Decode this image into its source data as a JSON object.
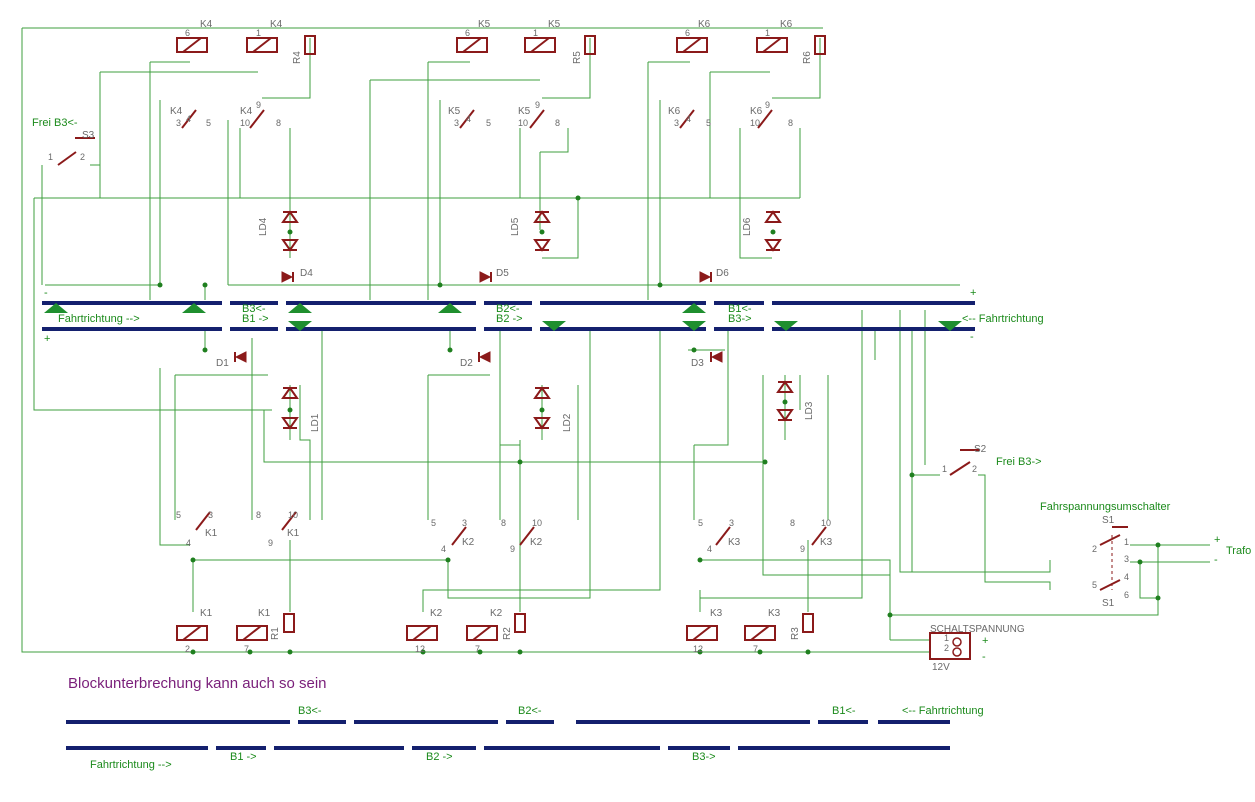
{
  "relay_labels": {
    "k4a": "K4",
    "k4b": "K4",
    "k5a": "K5",
    "k5b": "K5",
    "k6a": "K6",
    "k6b": "K6",
    "k1a": "K1",
    "k1b": "K1",
    "k2a": "K2",
    "k2b": "K2",
    "k3a": "K3",
    "k3b": "K3"
  },
  "contact_labels": {
    "k4c": "K4",
    "k4d": "K4",
    "k5c": "K5",
    "k5d": "K5",
    "k6c": "K6",
    "k6d": "K6",
    "k1c": "K1",
    "k1d": "K1",
    "k2c": "K2",
    "k2d": "K2",
    "k3c": "K3",
    "k3d": "K3"
  },
  "resistors": {
    "r4": "R4",
    "r5": "R5",
    "r6": "R6",
    "r1": "R1",
    "r2": "R2",
    "r3": "R3"
  },
  "leds": {
    "ld4": "LD4",
    "ld5": "LD5",
    "ld6": "LD6",
    "ld1": "LD1",
    "ld2": "LD2",
    "ld3": "LD3"
  },
  "diodes": {
    "d4": "D4",
    "d5": "D5",
    "d6": "D6",
    "d1": "D1",
    "d2": "D2",
    "d3": "D3"
  },
  "switches": {
    "s3": "S3",
    "s2": "S2",
    "s1a": "S1",
    "s1b": "S1"
  },
  "pins": {
    "p1": "1",
    "p2": "2",
    "p3": "3",
    "p4": "4",
    "p5": "5",
    "p6": "6",
    "p7": "7",
    "p8": "8",
    "p9": "9",
    "p10": "10",
    "p12": "12"
  },
  "texts": {
    "frei_b3": "Frei B3<-",
    "frei_b3_right": "Frei B3->",
    "fahrtrichtung_right": "Fahrtrichtung -->",
    "fahrtrichtung_left": "<-- Fahrtrichtung",
    "b3_left": "B3<-",
    "b2_left": "B2<-",
    "b1_left": "B1<-",
    "b1_right": "B1 ->",
    "b2_right": "B2 ->",
    "b3_right": "B3->",
    "plus": "+",
    "minus": "-",
    "fahrspannungsumschalter": "Fahrspannungsumschalter",
    "trafo": "Trafo",
    "schaltspannung": "SCHALTSPANNUNG",
    "v12": "12V",
    "block_note": "Blockunterbrechung kann auch so sein"
  },
  "bottom_labels": {
    "b3_left": "B3<-",
    "b2_left": "B2<-",
    "b1_left": "B1<-",
    "fahrtrichtung_left": "<-- Fahrtrichtung",
    "fahrtrichtung_right": "Fahrtrichtung -->",
    "b1_right": "B1 ->",
    "b2_right": "B2 ->",
    "b3_right": "B3->"
  },
  "colors": {
    "wire": "#3f9f3f",
    "symbol": "#8b1a1a",
    "rail": "#14206e",
    "arrow": "#1f8f2f",
    "note": "#7a1f7a"
  }
}
